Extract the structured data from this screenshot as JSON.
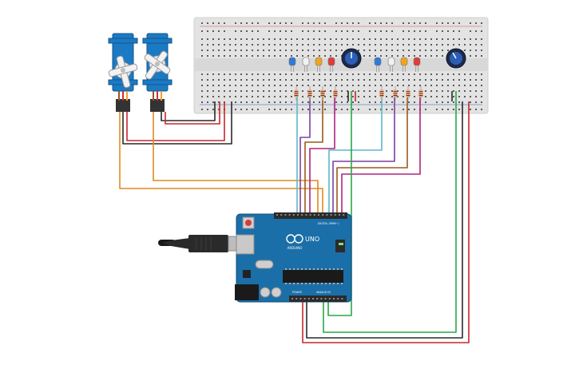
{
  "arduino": {
    "logo_text": "ARDUINO",
    "model_text": "UNO",
    "digital_label": "DIGITAL (PWM~)",
    "power_label": "POWER",
    "analog_label": "ANALOG IN",
    "board_color": "#1b6fa8"
  },
  "breadboard": {
    "color": "#e3e3e3"
  },
  "components": {
    "servo_count": 2,
    "led_colors": [
      "#2e7bd6",
      "#f2f2f2",
      "#f1a51c",
      "#e23b3b"
    ],
    "potentiometer_count": 2
  },
  "wire_colors": {
    "red": "#c8262b",
    "black": "#2a2a2a",
    "orange": "#e08a1e",
    "teal": "#5bb8c9",
    "purple": "#7f3fa0",
    "brown": "#9a5a1c",
    "magenta": "#b0227e",
    "green": "#27a844"
  }
}
